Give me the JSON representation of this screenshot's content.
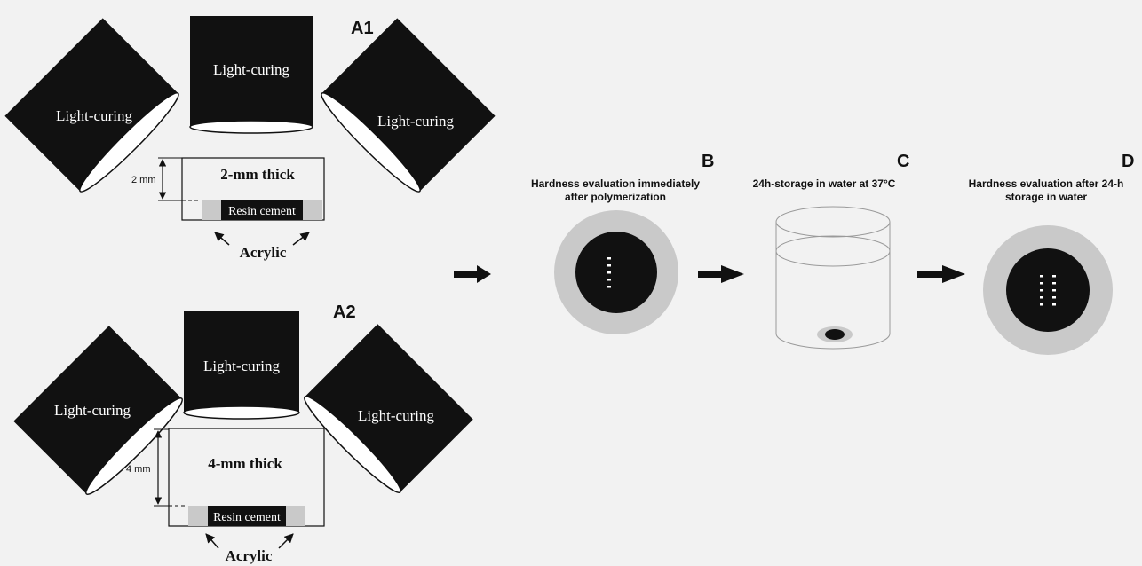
{
  "colors": {
    "black": "#111111",
    "gray": "#c9c9c9",
    "background": "#f2f2f2"
  },
  "panel_a1": {
    "label": "A1",
    "lamp_left": "Light-curing",
    "lamp_center": "Light-curing",
    "lamp_right": "Light-curing",
    "thickness_label": "2-mm thick",
    "dimension": "2 mm",
    "cement_label": "Resin cement",
    "acrylic_label": "Acrylic"
  },
  "panel_a2": {
    "label": "A2",
    "lamp_left": "Light-curing",
    "lamp_center": "Light-curing",
    "lamp_right": "Light-curing",
    "thickness_label": "4-mm thick",
    "dimension": "4 mm",
    "cement_label": "Resin cement",
    "acrylic_label": "Acrylic"
  },
  "panel_b": {
    "label": "B",
    "caption_line1": "Hardness evaluation immediately",
    "caption_line2": "after polymerization",
    "indent_count": 5
  },
  "panel_c": {
    "label": "C",
    "caption": "24h-storage in water at 37°C"
  },
  "panel_d": {
    "label": "D",
    "caption_line1": "Hardness evaluation after 24-h",
    "caption_line2": "storage in water",
    "indent_count": 10
  },
  "icons": [
    "arrow-right-icon",
    "arrow-right-icon",
    "arrow-right-icon"
  ]
}
